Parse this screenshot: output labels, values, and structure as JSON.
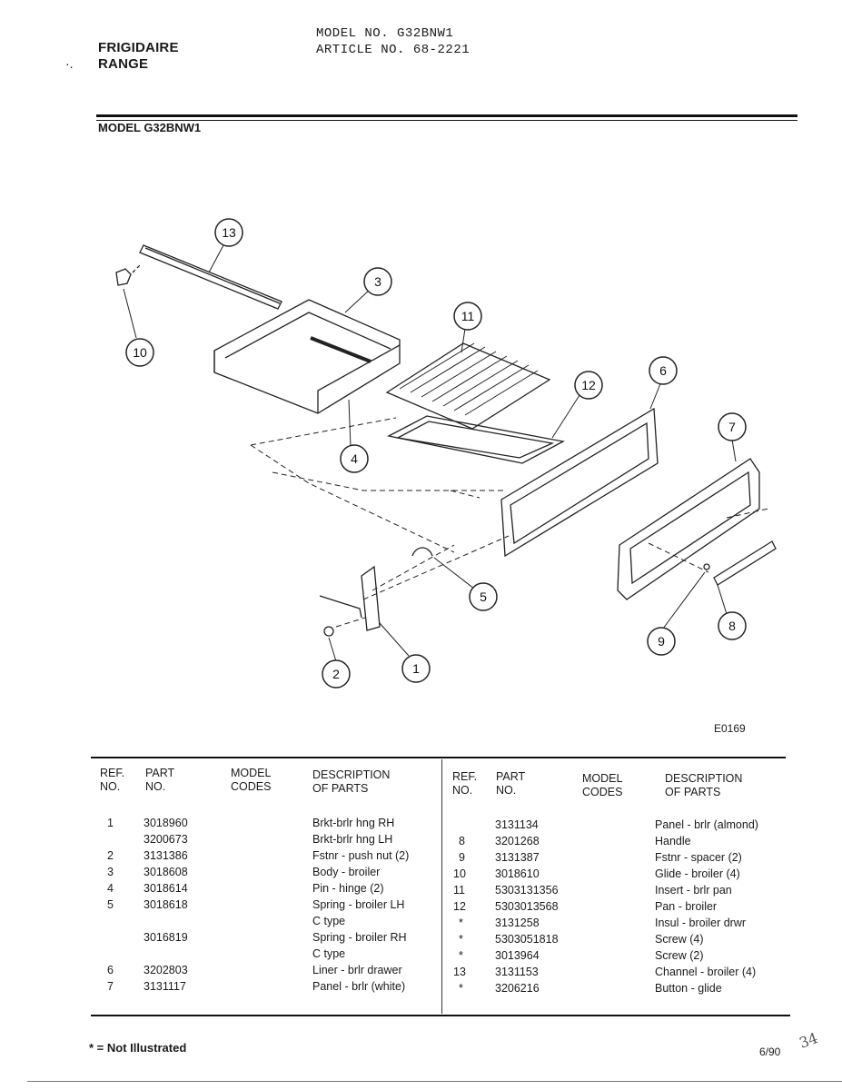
{
  "header": {
    "brand_line1": "FRIGIDAIRE",
    "brand_line2": "RANGE",
    "model_no": "MODEL NO. G32BNW1",
    "article_no": "ARTICLE NO. 68-2221",
    "model_title": "MODEL G32BNW1"
  },
  "diagram": {
    "callouts": [
      "13",
      "3",
      "11",
      "10",
      "12",
      "6",
      "4",
      "7",
      "5",
      "8",
      "2",
      "1",
      "9"
    ],
    "code": "E0169"
  },
  "table": {
    "headers": {
      "ref1": "REF.",
      "ref2": "NO.",
      "part1": "PART",
      "part2": "NO.",
      "model1": "MODEL",
      "model2": "CODES",
      "desc1": "DESCRIPTION",
      "desc2": "OF PARTS"
    },
    "left_rows": [
      {
        "ref": "1",
        "part": "3018960",
        "desc": "Brkt-brlr hng RH"
      },
      {
        "ref": "",
        "part": "3200673",
        "desc": "Brkt-brlr hng LH"
      },
      {
        "ref": "2",
        "part": "3131386",
        "desc": "Fstnr - push nut (2)"
      },
      {
        "ref": "3",
        "part": "3018608",
        "desc": "Body - broiler"
      },
      {
        "ref": "4",
        "part": "3018614",
        "desc": "Pin - hinge (2)"
      },
      {
        "ref": "5",
        "part": "3018618",
        "desc": "Spring - broiler LH"
      },
      {
        "ref": "",
        "part": "",
        "desc": "C type"
      },
      {
        "ref": "",
        "part": "3016819",
        "desc": "Spring - broiler RH"
      },
      {
        "ref": "",
        "part": "",
        "desc": "C type"
      },
      {
        "ref": "6",
        "part": "3202803",
        "desc": "Liner - brlr drawer"
      },
      {
        "ref": "7",
        "part": "3131117",
        "desc": "Panel - brlr (white)"
      }
    ],
    "right_rows": [
      {
        "ref": "",
        "part": "3131134",
        "desc": "Panel - brlr (almond)"
      },
      {
        "ref": "8",
        "part": "3201268",
        "desc": "Handle"
      },
      {
        "ref": "9",
        "part": "3131387",
        "desc": "Fstnr - spacer (2)"
      },
      {
        "ref": "10",
        "part": "3018610",
        "desc": "Glide - broiler (4)"
      },
      {
        "ref": "11",
        "part": "5303131356",
        "desc": "Insert - brlr pan"
      },
      {
        "ref": "12",
        "part": "5303013568",
        "desc": "Pan - broiler"
      },
      {
        "ref": "*",
        "part": "3131258",
        "desc": "Insul - broiler drwr"
      },
      {
        "ref": "*",
        "part": "5303051818",
        "desc": "Screw (4)"
      },
      {
        "ref": "*",
        "part": "3013964",
        "desc": "Screw (2)"
      },
      {
        "ref": "13",
        "part": "3131153",
        "desc": "Channel - broiler (4)"
      },
      {
        "ref": "*",
        "part": "3206216",
        "desc": "Button - glide"
      }
    ]
  },
  "footer": {
    "footnote": "* = Not Illustrated",
    "date": "6/90",
    "scribble": "34"
  }
}
